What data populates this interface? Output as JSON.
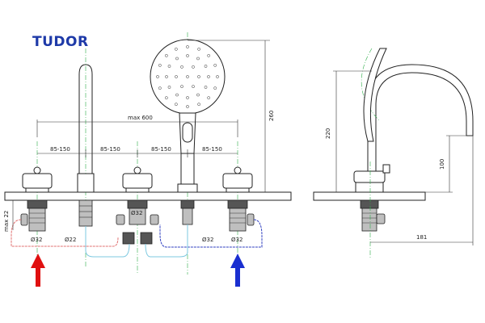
{
  "brand": "TUDOR",
  "labels": {
    "max600": "max 600",
    "h260": "260",
    "h220": "220",
    "h100": "100",
    "w181": "181",
    "max22": "max 22",
    "spacings": [
      "85-150",
      "85-150",
      "85-150",
      "85-150"
    ],
    "d32_left": "Ø32",
    "d22": "Ø22",
    "d32_center": "Ø32",
    "d32_r1": "Ø32",
    "d32_r2": "Ø32"
  },
  "colors": {
    "brand": "#1e3aa8",
    "hot_arrow": "#e01010",
    "cold_arrow": "#1a2fd0",
    "hot_pipe": "#e07070",
    "cold_pipe": "#3040c0",
    "cold_hose": "#7cc8e0",
    "centerline": "#2fae4a"
  },
  "icons": {
    "hot_arrow": "arrow-up-icon",
    "cold_arrow": "arrow-up-icon"
  }
}
